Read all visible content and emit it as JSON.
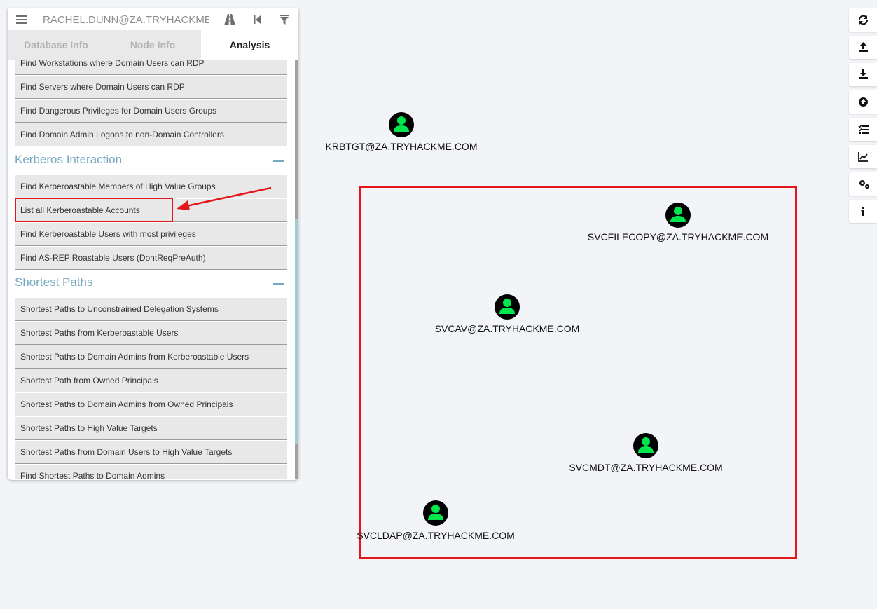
{
  "search": {
    "value": "RACHEL.DUNN@ZA.TRYHACKME.COM"
  },
  "icons": {
    "menu": "menu-icon",
    "path": "road-icon",
    "back": "step-back-icon",
    "filter": "filter-icon"
  },
  "tabs": [
    {
      "label": "Database Info",
      "active": false
    },
    {
      "label": "Node Info",
      "active": false
    },
    {
      "label": "Analysis",
      "active": true
    }
  ],
  "queries_top": [
    "Find Workstations where Domain Users can RDP",
    "Find Servers where Domain Users can RDP",
    "Find Dangerous Privileges for Domain Users Groups",
    "Find Domain Admin Logons to non-Domain Controllers"
  ],
  "sections": [
    {
      "title": "Kerberos Interaction",
      "items": [
        "Find Kerberoastable Members of High Value Groups",
        "List all Kerberoastable Accounts",
        "Find Kerberoastable Users with most privileges",
        "Find AS-REP Roastable Users (DontReqPreAuth)"
      ]
    },
    {
      "title": "Shortest Paths",
      "items": [
        "Shortest Paths to Unconstrained Delegation Systems",
        "Shortest Paths from Kerberoastable Users",
        "Shortest Paths to Domain Admins from Kerberoastable Users",
        "Shortest Path from Owned Principals",
        "Shortest Paths to Domain Admins from Owned Principals",
        "Shortest Paths to High Value Targets",
        "Shortest Paths from Domain Users to High Value Targets",
        "Find Shortest Paths to Domain Admins"
      ]
    }
  ],
  "nodes": [
    "KRBTGT@ZA.TRYHACKME.COM",
    "SVCFILECOPY@ZA.TRYHACKME.COM",
    "SVCAV@ZA.TRYHACKME.COM",
    "SVCMDT@ZA.TRYHACKME.COM",
    "SVCLDAP@ZA.TRYHACKME.COM"
  ],
  "colors": {
    "node_fill": "#000000",
    "node_user": "#00e64d",
    "annotation": "#e5161a",
    "section": "#76a9bf"
  },
  "toolbar": [
    "refresh-icon",
    "upload-icon",
    "download-icon",
    "import-icon",
    "queries-icon",
    "chart-icon",
    "settings-icon",
    "info-icon"
  ]
}
